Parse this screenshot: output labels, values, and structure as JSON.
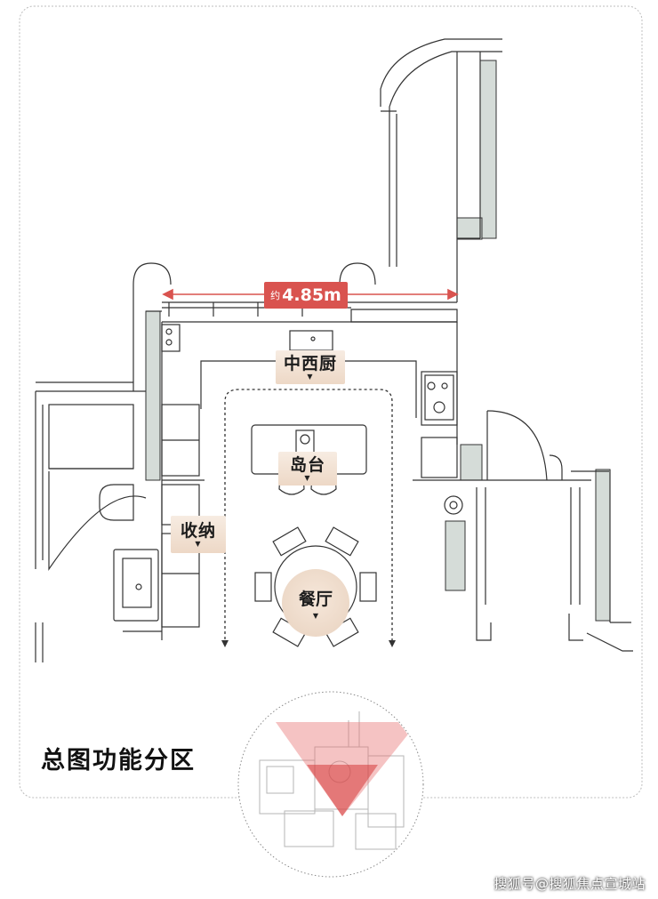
{
  "dimension": {
    "prefix": "约",
    "value": "4.85m"
  },
  "zones": {
    "kitchen": "中西厨",
    "island": "岛台",
    "storage": "收纳",
    "dining": "餐厅"
  },
  "title": "总图功能分区",
  "watermark": "搜狐号@搜狐焦点宣城站",
  "colors": {
    "accent_red": "#d9534f",
    "tag_fill": "#f1e0d0",
    "wall_fill": "#d5dcd8",
    "line": "#333333"
  }
}
